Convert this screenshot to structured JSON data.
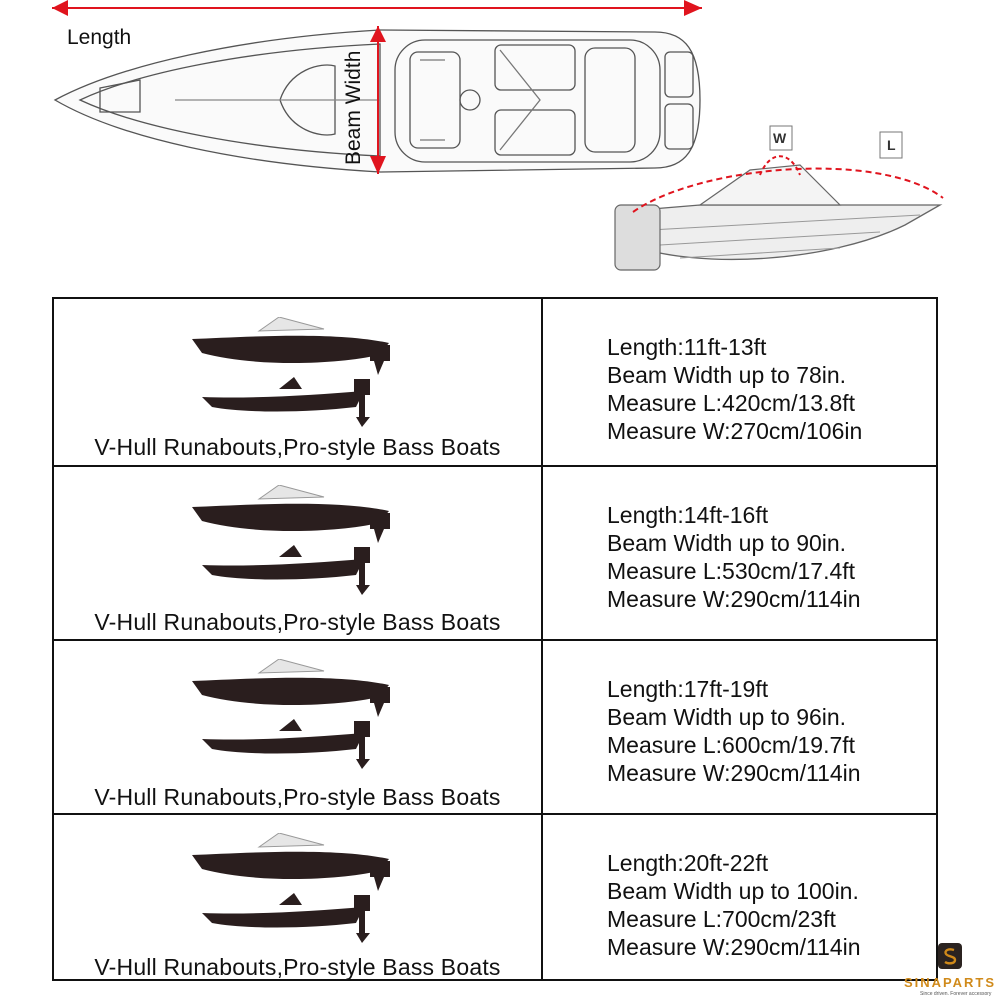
{
  "diagram": {
    "length_label": "Length",
    "beam_label": "Beam Width",
    "cover_w_label": "W",
    "cover_l_label": "L"
  },
  "rows": [
    {
      "caption": "V-Hull Runabouts,Pro-style Bass Boats",
      "specs": [
        "Length:11ft-13ft",
        "Beam Width up to 78in.",
        "Measure L:420cm/13.8ft",
        "Measure W:270cm/106in"
      ]
    },
    {
      "caption": "V-Hull Runabouts,Pro-style Bass Boats",
      "specs": [
        "Length:14ft-16ft",
        "Beam Width up to 90in.",
        "Measure L:530cm/17.4ft",
        "Measure W:290cm/114in"
      ]
    },
    {
      "caption": "V-Hull Runabouts,Pro-style Bass Boats",
      "specs": [
        "Length:17ft-19ft",
        "Beam Width up to 96in.",
        "Measure L:600cm/19.7ft",
        "Measure W:290cm/114in"
      ]
    },
    {
      "caption": "V-Hull Runabouts,Pro-style Bass Boats",
      "specs": [
        "Length:20ft-22ft",
        "Beam Width up to 100in.",
        "Measure L:700cm/23ft",
        "Measure W:290cm/114in"
      ]
    }
  ],
  "brand": {
    "name": "SINAPARTS",
    "tagline": "Since driven. Forever accessory"
  },
  "colors": {
    "dimension_arrow": "#e0141e",
    "hull_dark": "#2a1e1e",
    "logo_gold": "#d08a1a"
  }
}
